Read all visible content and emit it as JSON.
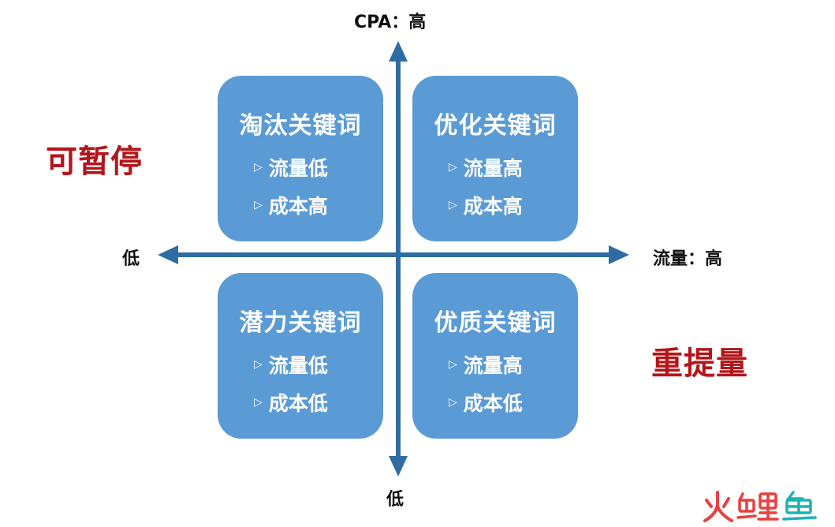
{
  "axes": {
    "y_high_label": "CPA：高",
    "y_low_label": "低",
    "x_low_label": "低",
    "x_high_label": "流量：高"
  },
  "side_labels": {
    "left": "可暂停",
    "right": "重提量"
  },
  "quadrants": [
    {
      "title": "淘汰关键词",
      "items": [
        "流量低",
        "成本高"
      ]
    },
    {
      "title": "优化关键词",
      "items": [
        "流量高",
        "成本高"
      ]
    },
    {
      "title": "潜力关键词",
      "items": [
        "流量低",
        "成本低"
      ]
    },
    {
      "title": "优质关键词",
      "items": [
        "流量高",
        "成本低"
      ]
    }
  ],
  "bullet_icon": "▷",
  "watermark": {
    "text": "火鲤鱼",
    "icon": "logo-watermark-icon"
  },
  "colors": {
    "axis": "#2e6da4",
    "quadrant_fill": "#5b9bd5",
    "side_text": "#b3161b",
    "watermark_red": "#e8403d",
    "watermark_teal": "#1db2b3"
  }
}
